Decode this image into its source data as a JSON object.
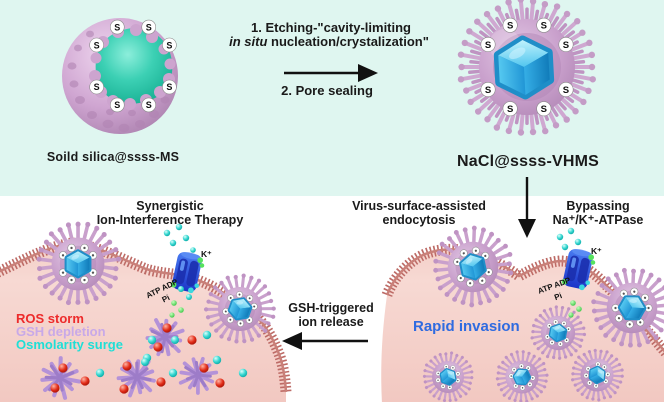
{
  "top": {
    "left_particle_label": "Soild silica@ssss-MS",
    "right_particle_label": "NaCl@ssss-VHMS",
    "s_badge": "S",
    "reaction": {
      "step1_line1": "1. Etching-\"cavity-limiting",
      "step1_line2_italic": "in situ",
      "step1_line2_rest": " nucleation/crystalization\"",
      "step2": "2. Pore sealing"
    }
  },
  "bottom": {
    "panel_left_title_line1": "Synergistic",
    "panel_left_title_line2": "Ion-Interference Therapy",
    "panel_mid_title_line1": "Virus-surface-assisted",
    "panel_mid_title_line2": "endocytosis",
    "panel_right_title_line1": "Bypassing",
    "panel_right_title_line2": "Na⁺/K⁺-ATPase",
    "gsh_arrow_label_line1": "GSH-triggered",
    "gsh_arrow_label_line2": "ion release",
    "rapid_invasion": "Rapid invasion",
    "effects": {
      "ros": "ROS storm",
      "gsh": "GSH depletion",
      "osmolarity": "Osmolarity surge"
    },
    "pump": {
      "k_ion": "K⁺",
      "atp_adp": "ATP ADP",
      "pi": "Pi"
    }
  },
  "colors": {
    "top_background": "#dff6f0",
    "shell_pink": "#cfa5d1",
    "core_teal": "#14b296",
    "cube_blue": "#2ba6e0",
    "membrane_pink": "#bd6b66",
    "cell_pink": "#f4cfc8",
    "ros_text": "#ed2b2b",
    "gsh_text": "#c8a9e8",
    "osmolarity_text": "#1fdfd6",
    "rapid_invasion_text": "#2f6be0",
    "ion_red": "#e22c18",
    "ion_cyan": "#38d8d2",
    "ion_green": "#4cd84e"
  }
}
